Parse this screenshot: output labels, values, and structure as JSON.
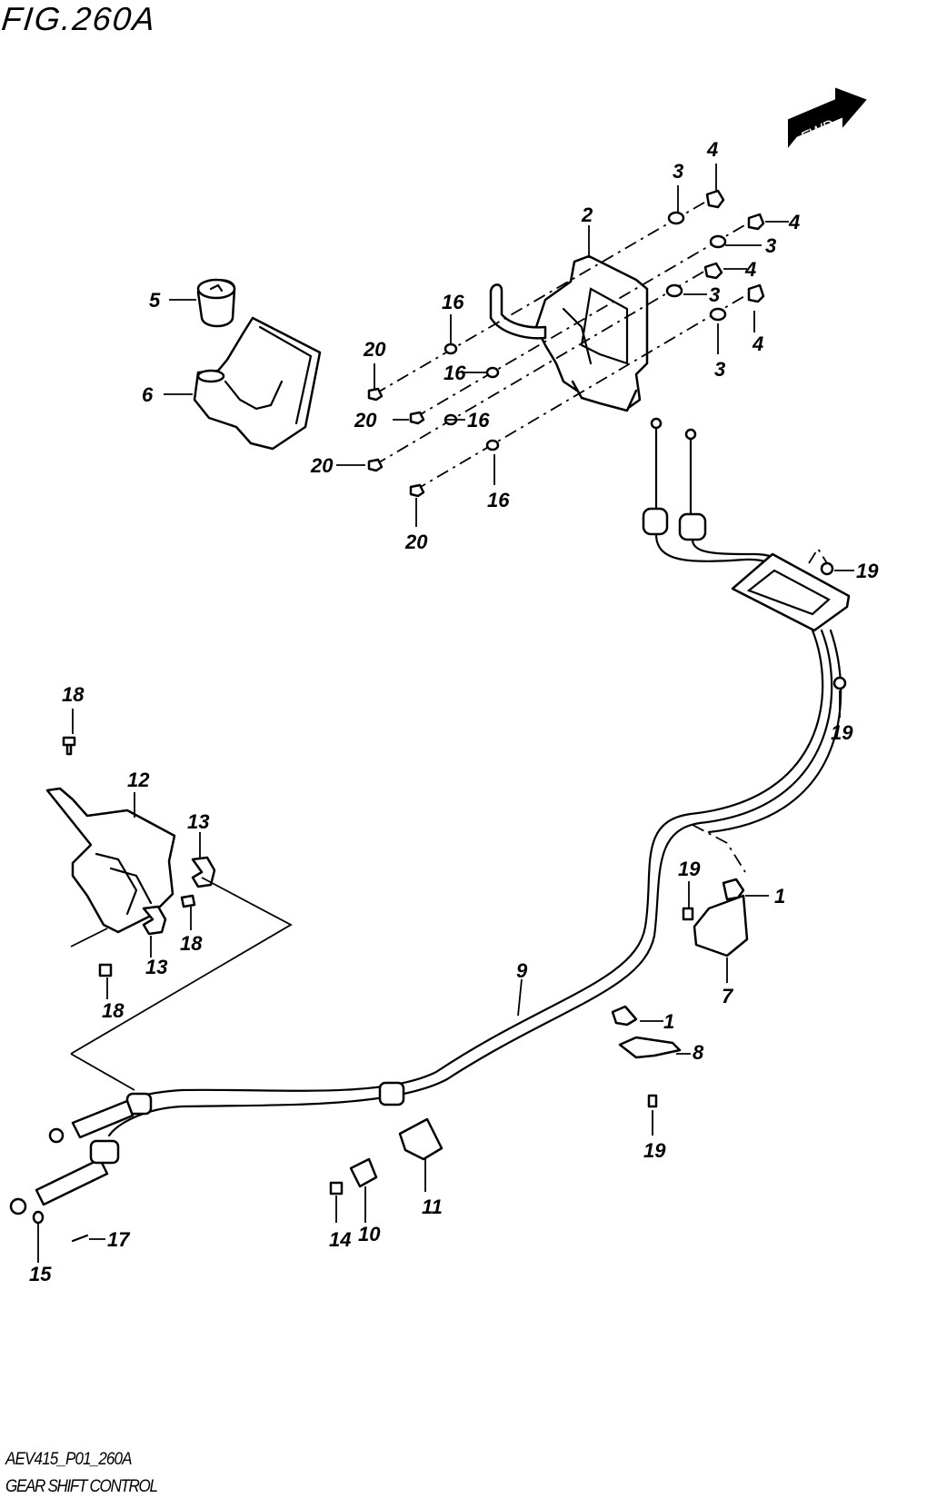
{
  "figure": {
    "title": "FIG.260A",
    "code": "AEV415_P01_260A",
    "caption": "GEAR SHIFT CONTROL",
    "direction_marker": "FWD"
  },
  "callouts": [
    {
      "id": "c4a",
      "label": "4"
    },
    {
      "id": "c3a",
      "label": "3"
    },
    {
      "id": "c4b",
      "label": "4"
    },
    {
      "id": "c3b",
      "label": "3"
    },
    {
      "id": "c4c",
      "label": "4"
    },
    {
      "id": "c3c",
      "label": "3"
    },
    {
      "id": "c4d",
      "label": "4"
    },
    {
      "id": "c3d",
      "label": "3"
    },
    {
      "id": "c2",
      "label": "2"
    },
    {
      "id": "c5",
      "label": "5"
    },
    {
      "id": "c6",
      "label": "6"
    },
    {
      "id": "c16a",
      "label": "16"
    },
    {
      "id": "c16b",
      "label": "16"
    },
    {
      "id": "c16c",
      "label": "16"
    },
    {
      "id": "c16d",
      "label": "16"
    },
    {
      "id": "c20a",
      "label": "20"
    },
    {
      "id": "c20b",
      "label": "20"
    },
    {
      "id": "c20c",
      "label": "20"
    },
    {
      "id": "c20d",
      "label": "20"
    },
    {
      "id": "c19a",
      "label": "19"
    },
    {
      "id": "c19b",
      "label": "19"
    },
    {
      "id": "c19c",
      "label": "19"
    },
    {
      "id": "c19d",
      "label": "19"
    },
    {
      "id": "c18a",
      "label": "18"
    },
    {
      "id": "c18b",
      "label": "18"
    },
    {
      "id": "c18c",
      "label": "18"
    },
    {
      "id": "c12",
      "label": "12"
    },
    {
      "id": "c13a",
      "label": "13"
    },
    {
      "id": "c13b",
      "label": "13"
    },
    {
      "id": "c1a",
      "label": "1"
    },
    {
      "id": "c1b",
      "label": "1"
    },
    {
      "id": "c7",
      "label": "7"
    },
    {
      "id": "c8",
      "label": "8"
    },
    {
      "id": "c9",
      "label": "9"
    },
    {
      "id": "c10",
      "label": "10"
    },
    {
      "id": "c11",
      "label": "11"
    },
    {
      "id": "c14",
      "label": "14"
    },
    {
      "id": "c15",
      "label": "15"
    },
    {
      "id": "c17",
      "label": "17"
    }
  ]
}
